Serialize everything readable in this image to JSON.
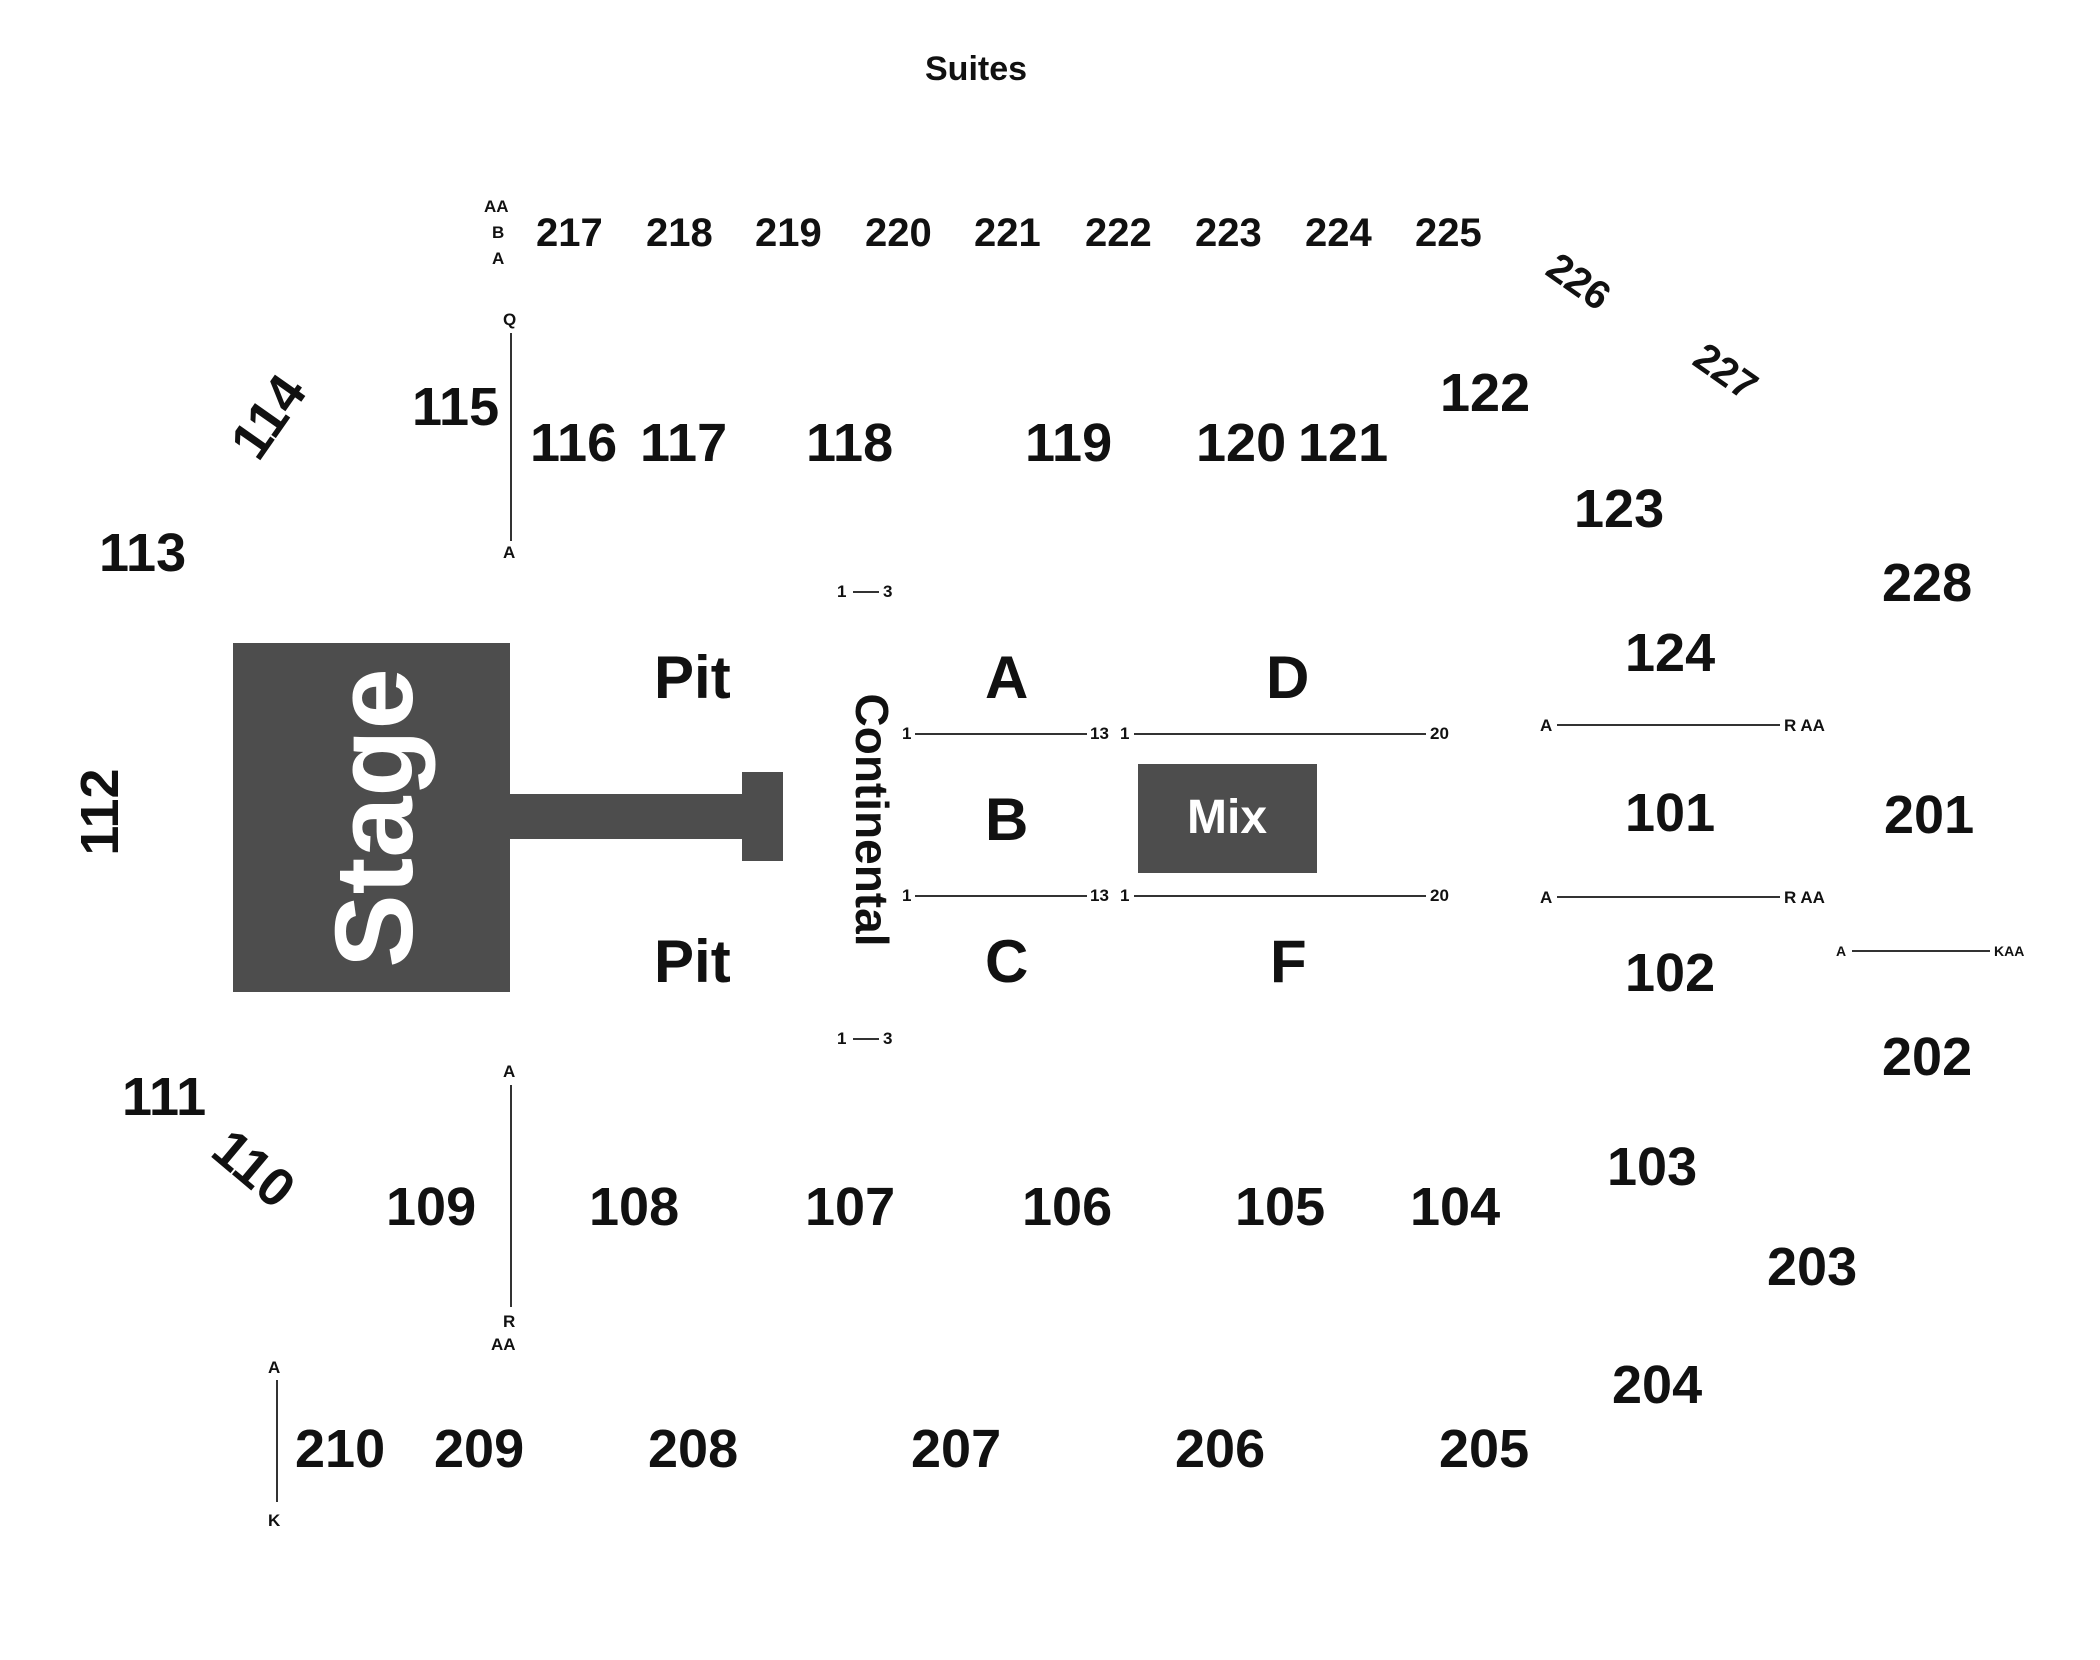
{
  "map": {
    "title": "Suites",
    "stage": {
      "label": "Stage",
      "color": "#4d4d4d"
    },
    "mix": {
      "label": "Mix",
      "color": "#4d4d4d"
    },
    "pit_top": "Pit",
    "pit_bottom": "Pit",
    "continental": "Continental",
    "floor": {
      "a": "A",
      "b": "B",
      "c": "C",
      "d": "D",
      "f": "F"
    },
    "sections": {
      "s101": "101",
      "s102": "102",
      "s103": "103",
      "s104": "104",
      "s105": "105",
      "s106": "106",
      "s107": "107",
      "s108": "108",
      "s109": "109",
      "s110": "110",
      "s111": "111",
      "s112": "112",
      "s113": "113",
      "s114": "114",
      "s115": "115",
      "s116": "116",
      "s117": "117",
      "s118": "118",
      "s119": "119",
      "s120": "120",
      "s121": "121",
      "s122": "122",
      "s123": "123",
      "s124": "124",
      "s201": "201",
      "s202": "202",
      "s203": "203",
      "s204": "204",
      "s205": "205",
      "s206": "206",
      "s207": "207",
      "s208": "208",
      "s209": "209",
      "s210": "210",
      "s217": "217",
      "s218": "218",
      "s219": "219",
      "s220": "220",
      "s221": "221",
      "s222": "222",
      "s223": "223",
      "s224": "224",
      "s225": "225",
      "s226": "226",
      "s227": "227",
      "s228": "228"
    },
    "rows": {
      "r217_aa": "AA",
      "r217_b": "B",
      "r217_a": "A",
      "r115_q": "Q",
      "r115_a": "A",
      "r109_a": "A",
      "r109_r": "R",
      "r109_aa": "AA",
      "r210_a": "A",
      "r210_k": "K",
      "cont_top_1": "1",
      "cont_top_3": "3",
      "cont_bot_1": "1",
      "cont_bot_3": "3",
      "ab_top_1": "1",
      "ab_top_13": "13",
      "de_top_1": "1",
      "de_top_20": "20",
      "bc_bot_1": "1",
      "bc_bot_13": "13",
      "ef_bot_1": "1",
      "ef_bot_20": "20",
      "r101_top_a": "A",
      "r101_top_raa": "R AA",
      "r101_bot_a": "A",
      "r101_bot_raa": "R AA",
      "r201_a": "A",
      "r201_kaa": "KAA"
    }
  }
}
